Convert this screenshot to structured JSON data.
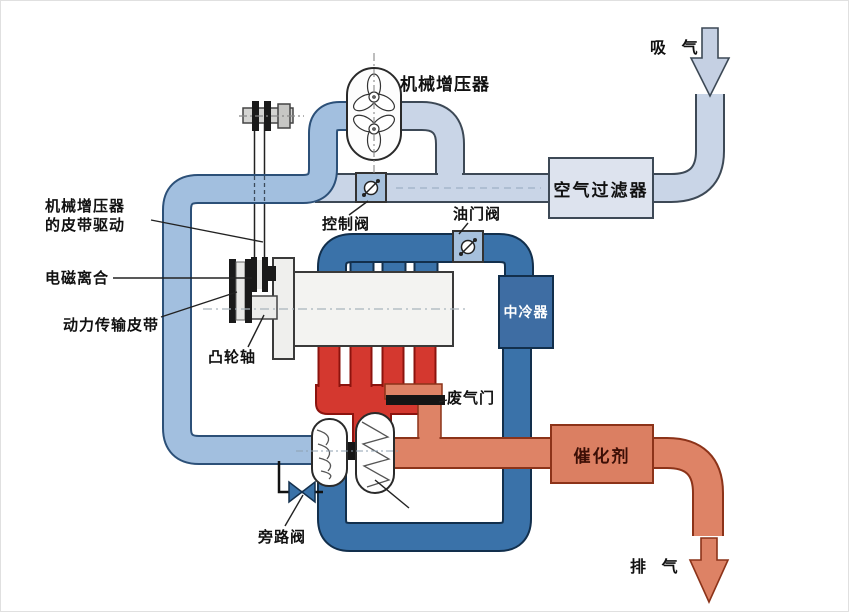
{
  "title": "supercharger-turbocharger-engine-airflow-diagram",
  "labels": {
    "intake": "吸 气",
    "supercharger": "机械增压器",
    "belt_drive_line1": "机械增压器",
    "belt_drive_line2": "的皮带驱动",
    "clutch": "电磁离合",
    "power_belt": "动力传输皮带",
    "camshaft": "凸轮轴",
    "control_valve": "控制阀",
    "throttle_valve": "油门阀",
    "air_filter": "空气过滤器",
    "intercooler": "中冷器",
    "catalyst": "催化剂",
    "wastegate": "废气门",
    "bypass_valve": "旁路阀",
    "exhaust": "排 气"
  },
  "colors": {
    "fresh_air_pipe": "#c9d5e7",
    "boost_loop_pipe": "#a2bfdf",
    "charge_air_pipe": "#3a72a9",
    "hot_exhaust": "#d4382f",
    "post_turbine_exhaust": "#de8366",
    "catalyst_box": "#db7f62",
    "intercooler_box": "#3e6da3",
    "air_filter_box": "#dde3ee",
    "engine_block": "#f3f3f1",
    "valve_box": "#a6c0dc"
  }
}
